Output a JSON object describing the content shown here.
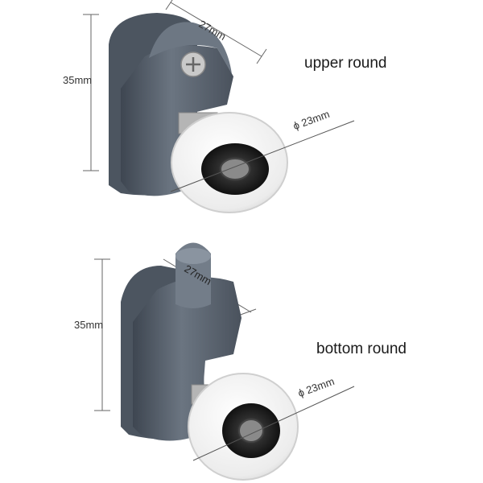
{
  "upper": {
    "caption": "upper round",
    "height_label": "35mm",
    "width_label": "27mm",
    "diameter_label": "ϕ 23mm"
  },
  "bottom": {
    "caption": "bottom round",
    "height_label": "35mm",
    "width_label": "27mm",
    "diameter_label": "ϕ 23mm"
  },
  "colors": {
    "body": "#596370",
    "body_light": "#7a8490",
    "body_dark": "#3e4651",
    "wheel": "#f3f3f3",
    "bearing": "#2a2a2a"
  }
}
